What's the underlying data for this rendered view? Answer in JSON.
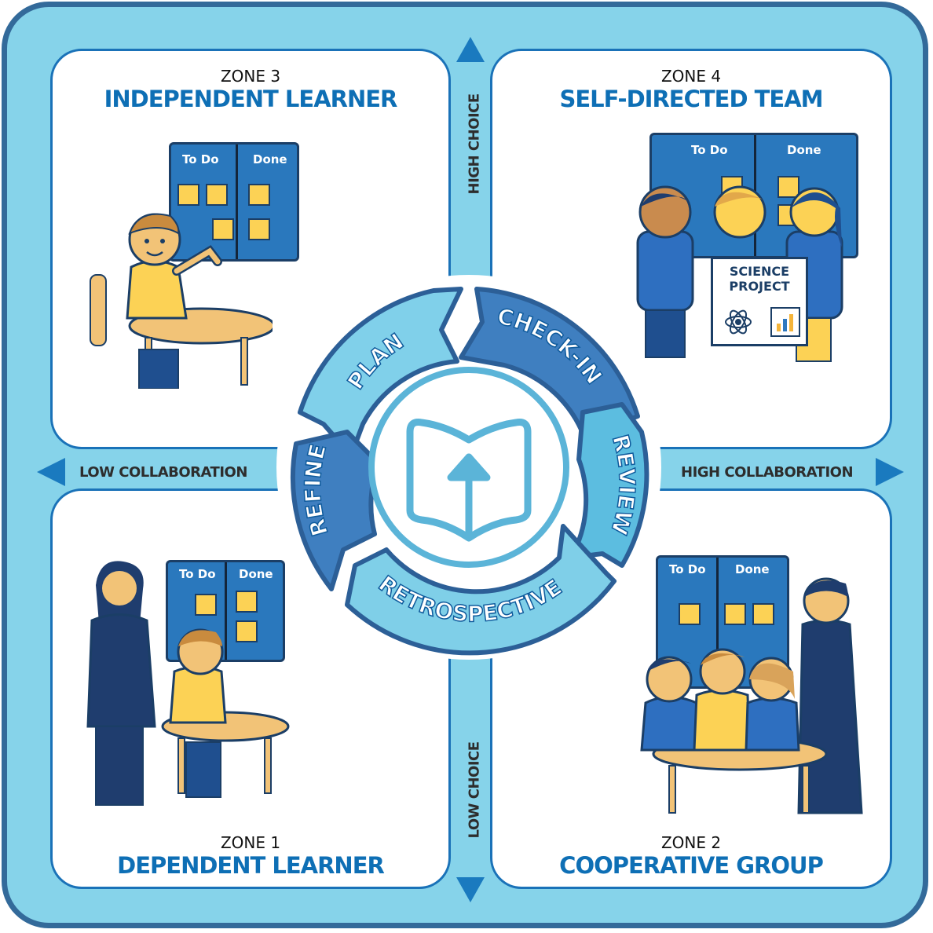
{
  "axes": {
    "top": "HIGH CHOICE",
    "bottom": "LOW CHOICE",
    "left": "LOW COLLABORATION",
    "right": "HIGH COLLABORATION"
  },
  "zones": {
    "zone3": {
      "number": "ZONE 3",
      "title": "INDEPENDENT LEARNER",
      "board": {
        "todo": "To Do",
        "done": "Done"
      }
    },
    "zone4": {
      "number": "ZONE 4",
      "title": "SELF-DIRECTED TEAM",
      "board": {
        "todo": "To Do",
        "done": "Done"
      },
      "sign": {
        "line1": "SCIENCE",
        "line2": "PROJECT"
      }
    },
    "zone1": {
      "number": "ZONE 1",
      "title": "DEPENDENT LEARNER",
      "board": {
        "todo": "To Do",
        "done": "Done"
      }
    },
    "zone2": {
      "number": "ZONE 2",
      "title": "COOPERATIVE GROUP",
      "board": {
        "todo": "To Do",
        "done": "Done"
      }
    }
  },
  "cycle": {
    "center_icon": "book-with-up-arrow-icon",
    "stages": [
      "PLAN",
      "CHECK-IN",
      "REVIEW",
      "RETROSPECTIVE",
      "REFINE"
    ]
  },
  "colors": {
    "background": "#86d3ea",
    "frame_border": "#336a9a",
    "title_blue": "#0e6fb5",
    "arrow_blue": "#1a7abf",
    "segment_light": "#7fcfe8",
    "segment_dark": "#3f7fc0",
    "sticky_note": "#fcd255"
  }
}
